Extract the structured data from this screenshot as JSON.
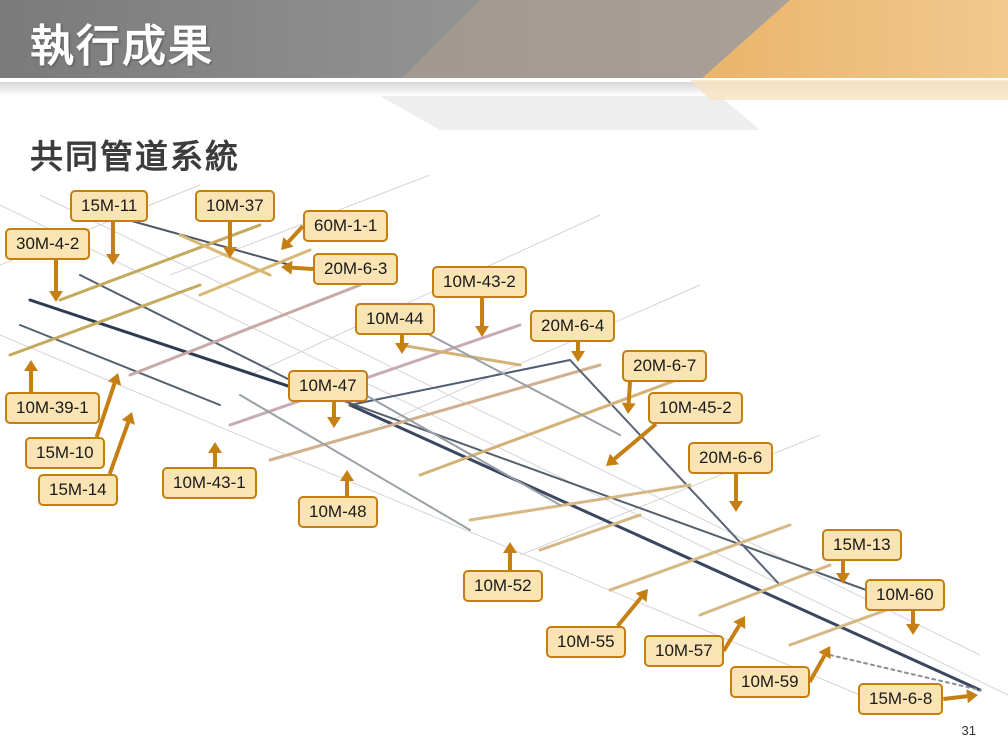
{
  "title": "執行成果",
  "subtitle": "共同管道系統",
  "page_number": "31",
  "colors": {
    "accent": "#d49a3c",
    "label_fill": "#fbe4b3",
    "label_border": "#c57f10",
    "arrow": "#c67f12",
    "header_gray": "#8a8a8a"
  },
  "labels": [
    "15M-11",
    "10M-37",
    "60M-1-1",
    "30M-4-2",
    "20M-6-3",
    "10M-43-2",
    "10M-44",
    "20M-6-4",
    "20M-6-7",
    "10M-47",
    "10M-45-2",
    "10M-39-1",
    "15M-10",
    "15M-14",
    "10M-43-1",
    "20M-6-6",
    "10M-48",
    "15M-13",
    "10M-52",
    "10M-60",
    "10M-55",
    "10M-57",
    "10M-59",
    "15M-6-8"
  ]
}
